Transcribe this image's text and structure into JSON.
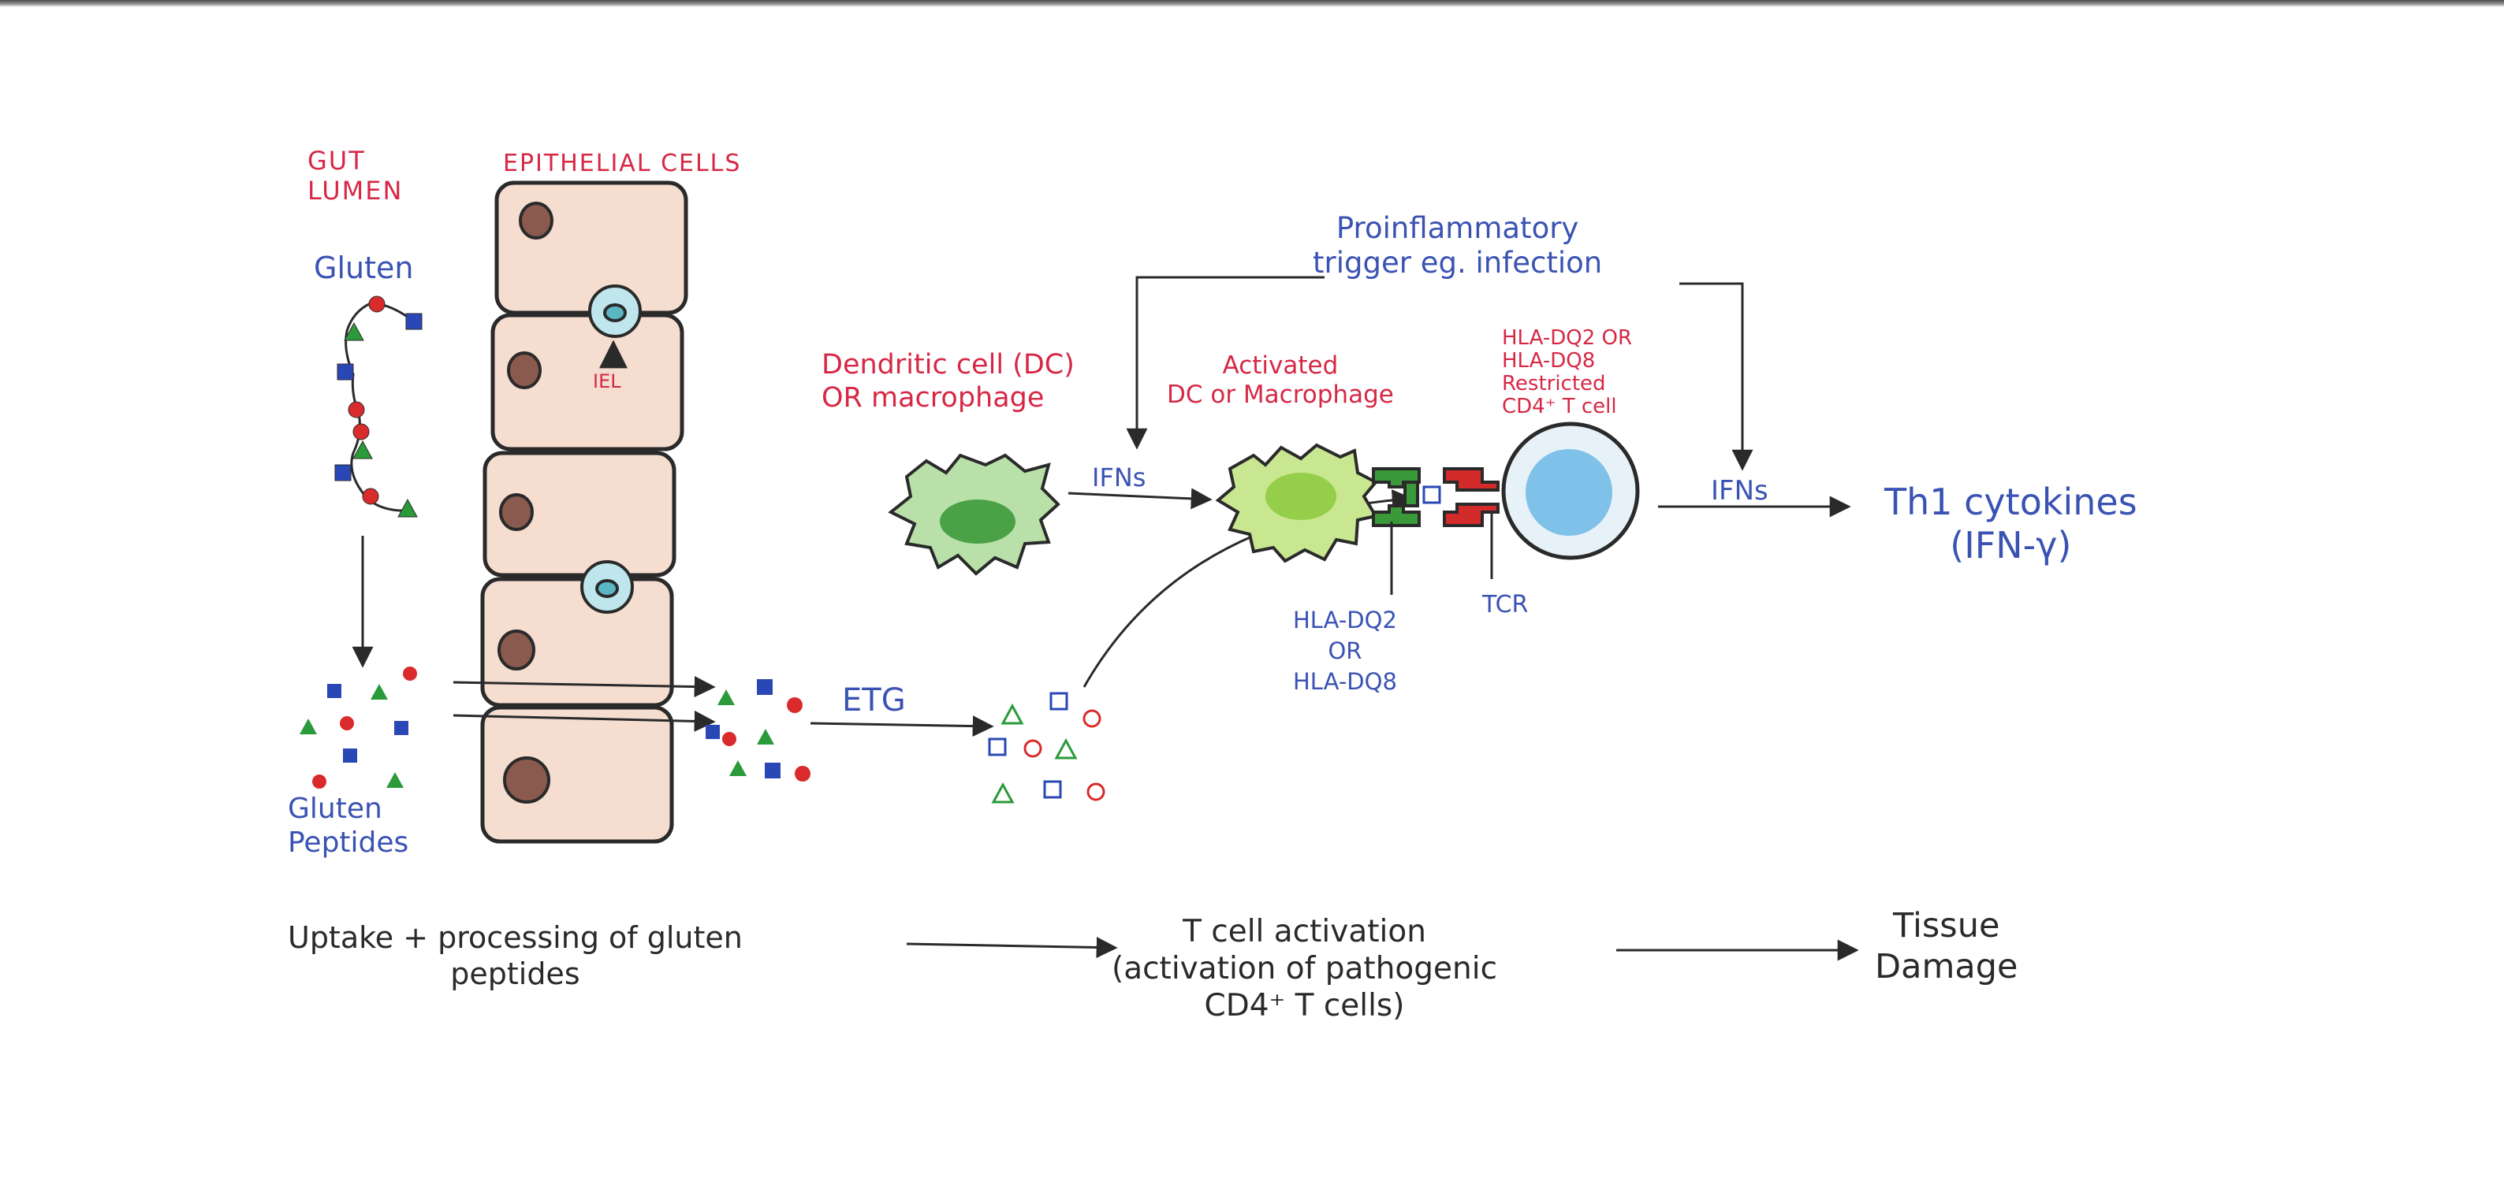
{
  "labels": {
    "gut_lumen": "GUT\nLUMEN",
    "epithelial_cells": "EPITHELIAL CELLS",
    "gluten": "Gluten",
    "iel": "IEL",
    "gluten_peptides": "Gluten\nPeptides",
    "etg": "ETG",
    "dendritic_cell": "Dendritic cell (DC)\nOR macrophage",
    "activated_dc": "Activated\nDC or Macrophage",
    "proinflammatory": "Proinflammatory\ntrigger eg. infection",
    "hla_restricted": "HLA-DQ2 OR\nHLA-DQ8\nRestricted\nCD4⁺ T cell",
    "ifns_left": "IFNs",
    "ifns_right": "IFNs",
    "hla_dq2": "HLA-DQ2\nOR\nHLA-DQ8",
    "tcr": "TCR",
    "th1": "Th1 cytokines\n(IFN-γ)",
    "stage_uptake": "Uptake + processing of gluten\npeptides",
    "stage_tcell": "T cell activation\n(activation of pathogenic\nCD4⁺ T cells)",
    "stage_tissue": "Tissue\nDamage"
  },
  "colors": {
    "red_label": "#d62845",
    "blue_label": "#3a53b3",
    "outline": "#2a2a2a",
    "cell_fill": "#f5ddd0",
    "nucleus": "#8a5a4e",
    "iel_fill": "#bfe6ec",
    "dc_fill": "#b8e0a8",
    "dc_nucleus": "#3f9a3a",
    "activated_fill": "#c9e690",
    "tcell_fill": "#6cb8e6",
    "peptide_red": "#d92b2b",
    "peptide_blue": "#2a48b5",
    "peptide_green": "#2a9a3a"
  }
}
